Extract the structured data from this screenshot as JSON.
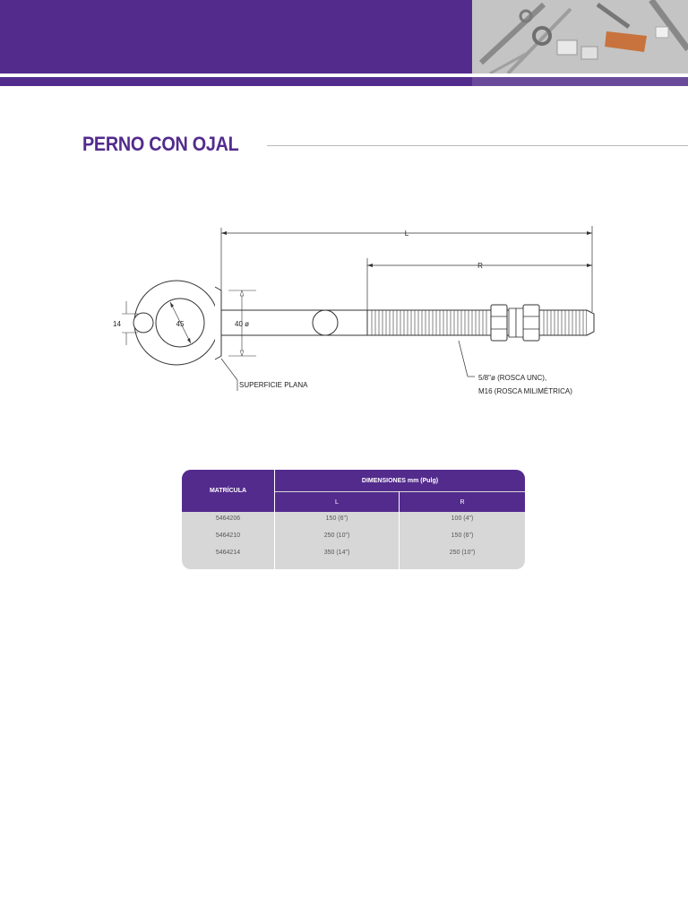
{
  "page": {
    "title": "PERNO CON OJAL"
  },
  "drawing": {
    "labels": {
      "L": "L",
      "R": "R",
      "eye_width": "14",
      "eye_diameter": "45",
      "shank_diameter": "40 ø",
      "flat_surface": "SUPERFICIE PLANA",
      "thread_line1": "5/8\"ø (ROSCA UNC),",
      "thread_line2": "M16 (ROSCA MILIMÉTRICA)"
    }
  },
  "table": {
    "header_matricula": "MATRÍCULA",
    "header_dimensiones": "DIMENSIONES mm (Pulg)",
    "header_l": "L",
    "header_r": "R",
    "rows": [
      {
        "matricula": "5464206",
        "l": "150 (6\")",
        "r": "100 (4\")"
      },
      {
        "matricula": "5464210",
        "l": "250 (10\")",
        "r": "150 (6\")"
      },
      {
        "matricula": "5464214",
        "l": "350 (14\")",
        "r": "250 (10\")"
      }
    ]
  },
  "colors": {
    "brand_purple": "#532b8d",
    "table_body": "#d7d7d7"
  }
}
